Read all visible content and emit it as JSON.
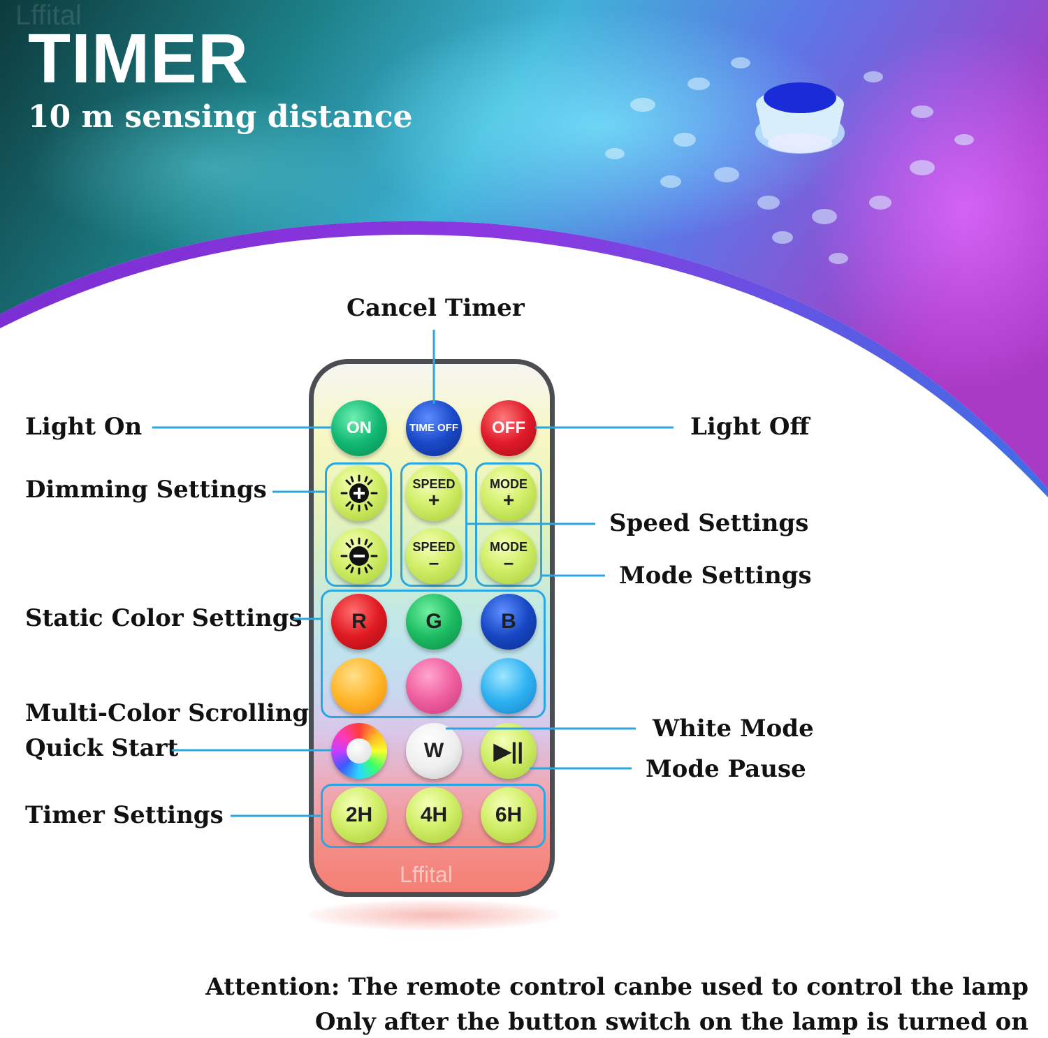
{
  "header": {
    "watermark": "Lffital",
    "title": "TIMER",
    "subtitle": "10 m sensing distance"
  },
  "labels": {
    "cancel_timer": "Cancel Timer",
    "light_on": "Light On",
    "light_off": "Light Off",
    "dimming_settings": "Dimming Settings",
    "speed_settings": "Speed Settings",
    "mode_settings": "Mode Settings",
    "static_color_settings": "Static Color Settings",
    "multi_color_scrolling": "Multi-Color Scrolling",
    "quick_start": "Quick Start",
    "white_mode": "White Mode",
    "mode_pause": "Mode Pause",
    "timer_settings": "Timer Settings"
  },
  "remote": {
    "logo": "Lffital",
    "buttons": {
      "on": "ON",
      "time_off": "TIME OFF",
      "off": "OFF",
      "speed": "SPEED",
      "mode": "MODE",
      "plus": "+",
      "minus": "–",
      "r": "R",
      "g": "G",
      "b": "B",
      "w": "W",
      "play_pause": "▶||",
      "timer_2h": "2H",
      "timer_4h": "4H",
      "timer_6h": "6H"
    }
  },
  "attention": {
    "line1": "Attention: The remote control canbe used to control the lamp",
    "line2": "Only after the button switch on the lamp is turned on"
  },
  "colors": {
    "accent_line": "#2aa6e0",
    "remote_border": "#4a4d52",
    "banner_purple": "#8a2be2",
    "banner_teal": "#2fd3c8"
  }
}
